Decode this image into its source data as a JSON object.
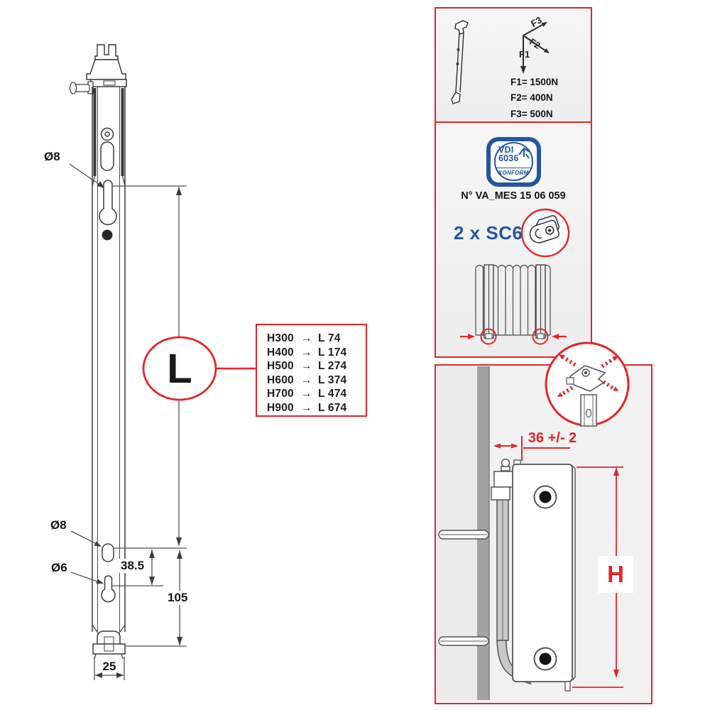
{
  "colors": {
    "red": "#e42528",
    "blue": "#2356a0",
    "ink": "#1d1d20",
    "wall_gray": "#a2a2a2"
  },
  "drawing": {
    "dia8_top": "Ø8",
    "dia8_bottom": "Ø8",
    "dia6": "Ø6",
    "dim_385": "38.5",
    "dim_105": "105",
    "dim_25": "25",
    "length_symbol": "L"
  },
  "length_table": {
    "arrow": "→",
    "rows": [
      {
        "h": "H300",
        "l": "L 74"
      },
      {
        "h": "H400",
        "l": "L 174"
      },
      {
        "h": "H500",
        "l": "L 274"
      },
      {
        "h": "H600",
        "l": "L 374"
      },
      {
        "h": "H700",
        "l": "L 474"
      },
      {
        "h": "H900",
        "l": "L 674"
      }
    ]
  },
  "force_panel": {
    "f1_label": "F1",
    "f2_label": "F2",
    "f3_label": "F3",
    "values": [
      "F1= 1500N",
      "F2= 400N",
      "F3= 500N"
    ]
  },
  "cert_panel": {
    "badge_top": "VDI",
    "badge_num": "6036",
    "badge_bottom": "KONFORM",
    "approval_number": "N° VA_MES 15 06 059",
    "accessory_qty": "2 x SC6"
  },
  "install_panel": {
    "wall_offset": "36 +/- 2",
    "height_symbol": "H"
  }
}
